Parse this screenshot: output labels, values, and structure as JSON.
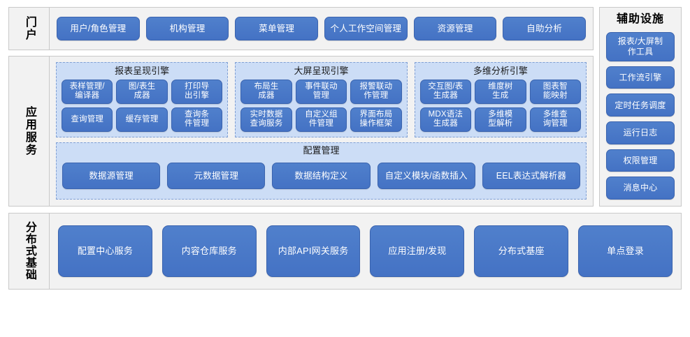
{
  "portal": {
    "band_label": "门户",
    "items": [
      {
        "label": "用户/角色管理"
      },
      {
        "label": "机构管理"
      },
      {
        "label": "菜单管理"
      },
      {
        "label": "个人工作空间管理"
      },
      {
        "label": "资源管理"
      },
      {
        "label": "自助分析"
      }
    ]
  },
  "app_services": {
    "band_label": "应用服务",
    "engines": [
      {
        "title": "报表呈现引擎",
        "items": [
          {
            "label": "表样管理/\n编译器"
          },
          {
            "label": "图/表生\n成器"
          },
          {
            "label": "打印导\n出引擎"
          },
          {
            "label": "查询管理"
          },
          {
            "label": "缓存管理"
          },
          {
            "label": "查询条\n件管理"
          }
        ]
      },
      {
        "title": "大屏呈现引擎",
        "items": [
          {
            "label": "布局生\n成器"
          },
          {
            "label": "事件联动\n管理"
          },
          {
            "label": "报警联动\n作管理"
          },
          {
            "label": "实时数据\n查询服务"
          },
          {
            "label": "自定义组\n件管理"
          },
          {
            "label": "界面布局\n操作框架"
          }
        ]
      },
      {
        "title": "多维分析引擎",
        "items": [
          {
            "label": "交互图/表\n生成器"
          },
          {
            "label": "维度树\n生成"
          },
          {
            "label": "图表智\n能映射"
          },
          {
            "label": "MDX语法\n生成器"
          },
          {
            "label": "多维模\n型解析"
          },
          {
            "label": "多维查\n询管理"
          }
        ]
      }
    ],
    "config": {
      "title": "配置管理",
      "items": [
        {
          "label": "数据源管理"
        },
        {
          "label": "元数据管理"
        },
        {
          "label": "数据结构定义"
        },
        {
          "label": "自定义模块/函数插入"
        },
        {
          "label": "EEL表达式解析器"
        }
      ]
    }
  },
  "aux": {
    "title": "辅助设施",
    "items": [
      {
        "label": "报表/大屏制\n作工具",
        "two_line": true
      },
      {
        "label": "工作流引擎",
        "two_line": false
      },
      {
        "label": "定时任务调度",
        "two_line": false
      },
      {
        "label": "运行日志",
        "two_line": false
      },
      {
        "label": "权限管理",
        "two_line": false
      },
      {
        "label": "消息中心",
        "two_line": false
      }
    ]
  },
  "base": {
    "band_label": "分布式基础",
    "items": [
      {
        "label": "配置中心服务"
      },
      {
        "label": "内容仓库服务"
      },
      {
        "label": "内部API网关服务"
      },
      {
        "label": "应用注册/发现"
      },
      {
        "label": "分布式基座"
      },
      {
        "label": "单点登录"
      }
    ]
  },
  "colors": {
    "button_fill": "#4472c4",
    "button_border": "#3a63ae",
    "panel_fill": "#ccddf6",
    "panel_border": "#7f9fd4",
    "section_fill": "#f2f2f2",
    "section_border": "#c9c9c9",
    "text_light": "#ffffff",
    "text_dark": "#1a1a1a"
  }
}
